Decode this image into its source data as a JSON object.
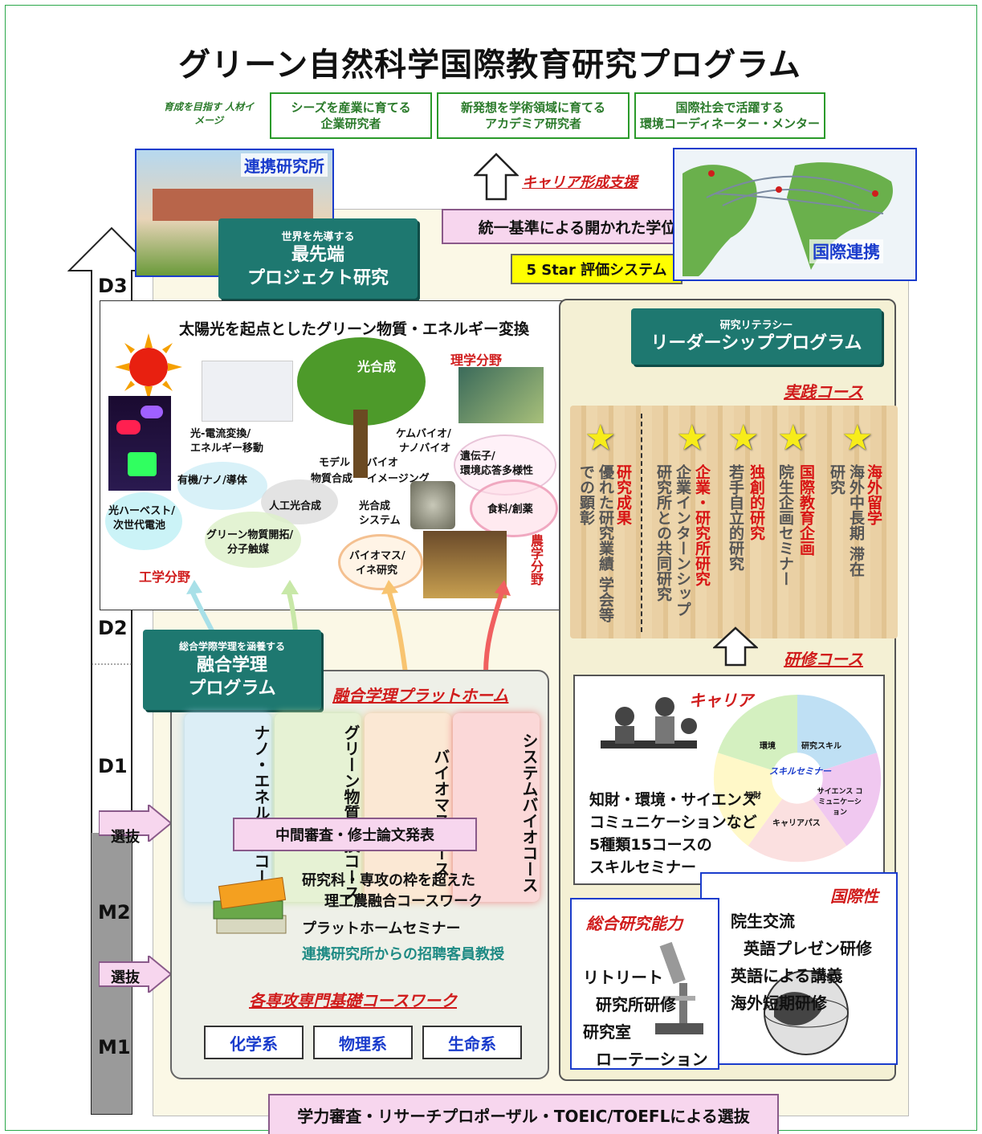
{
  "title": "グリーン自然科学国際教育研究プログラム",
  "goals": {
    "label": "育成を目指す 人材イメージ",
    "items": [
      {
        "line1": "シーズを産業に育てる",
        "line2": "企業研究者"
      },
      {
        "line1": "新発想を学術領域に育てる",
        "line2": "アカデミア研究者"
      },
      {
        "line1": "国際社会で活躍する",
        "line2": "環境コーディネーター・メンター"
      }
    ]
  },
  "top": {
    "collab_lab": "連携研究所",
    "career_support": "キャリア形成支援",
    "degree_review": "統一基準による開かれた学位審査",
    "five_star": "5 Star 評価システム",
    "intl": "国際連携"
  },
  "project": {
    "small": "世界を先導する",
    "line1": "最先端",
    "line2": "プロジェクト研究",
    "heading": "太陽光を起点としたグリーン物質・エネルギー変換",
    "labels": {
      "photosynthesis": "光合成",
      "science_field": "理学分野",
      "photocurrent": "光-電流変換/",
      "energy_transfer": "エネルギー移動",
      "chembio": "ケムバイオ/",
      "nanobio": "ナノバイオ",
      "gene": "遺伝子/",
      "env_diversity": "環境応答多様性",
      "model": "モデル",
      "model2": "物質合成",
      "bio": "バイオ",
      "imaging": "イメージング",
      "organic": "有機/ナノ/導体",
      "artificial": "人工光合成",
      "harvest1": "光ハーベスト/",
      "harvest2": "次世代電池",
      "photo_sys1": "光合成",
      "photo_sys2": "システム",
      "food": "食料/創薬",
      "green_dev1": "グリーン物質開拓/",
      "green_dev2": "分子触媒",
      "biomass1": "バイオマス/",
      "biomass2": "イネ研究",
      "eng_field": "工学分野",
      "agri_field": "農学分野"
    }
  },
  "leadership": {
    "small": "研究リテラシー",
    "main": "リーダーシッププログラム",
    "practice": "実践コース",
    "training": "研修コース",
    "columns": [
      {
        "red": "研究成果",
        "gray": "優れた研究業績 学会等での顕彰"
      },
      {
        "red": "企業・研究所研究",
        "gray": "企業インターンシップ 研究所との共同研究"
      },
      {
        "red": "独創的研究",
        "gray": "若手自立的研究"
      },
      {
        "red": "国際教育企画",
        "gray": "院生企画セミナー"
      },
      {
        "red": "海外留学",
        "gray": "海外中長期 滞在研究"
      }
    ],
    "skill": {
      "career": "キャリア",
      "line1": "知財・環境・サイエンス",
      "line2": "コミュニケーションなど",
      "line3": "5種類15コースの",
      "line4": "スキルセミナー",
      "center": "スキルセミナー",
      "segs": [
        "環境",
        "研究スキル",
        "サイエンス コミュニケーション",
        "キャリアパス",
        "知財"
      ]
    },
    "comprehensive": {
      "title": "総合研究能力",
      "l1": "リトリート",
      "l2": "研究所研修",
      "l3": "研究室",
      "l4": "ローテーション"
    },
    "intl": {
      "title": "国際性",
      "l1": "院生交流",
      "l2": "英語プレゼン研修",
      "l3": "英語による講義",
      "l4": "海外短期研修"
    }
  },
  "fusion": {
    "small": "総合学際学理を涵養する",
    "line1": "融合学理",
    "line2": "プログラム",
    "platform": "融合学理プラットホーム",
    "courses": [
      "ナノ・エネルギーコース",
      "グリーン物質変換コース",
      "バイオマスコース",
      "システムバイオコース"
    ],
    "midterm": "中間審査・修士論文発表",
    "cw1": "研究科・専攻の枠を超えた",
    "cw2": "理工農融合コースワーク",
    "seminar": "プラットホームセミナー",
    "guest": "連携研究所からの招聘客員教授",
    "basics": "各専攻専門基礎コースワーク",
    "depts": [
      "化学系",
      "物理系",
      "生命系"
    ]
  },
  "levels": {
    "d3": "D3",
    "d2": "D2",
    "d1": "D1",
    "m2": "M2",
    "m1": "M1",
    "select1": "選抜",
    "select2": "選抜"
  },
  "bottom": "学力審査・リサーチプロポーザル・TOEIC/TOEFLによる選抜",
  "colors": {
    "teal": "#1e7870",
    "red": "#d01c1c",
    "green": "#2a7a2a",
    "blue": "#1a3ccc",
    "pink": "#f7d6ee"
  }
}
